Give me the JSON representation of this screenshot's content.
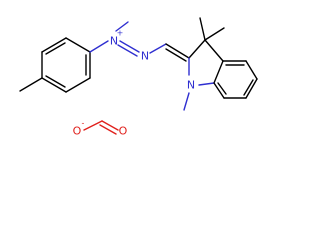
{
  "molecule": {
    "atoms": {
      "n_plus": {
        "symbol": "N",
        "charge": "+"
      },
      "n_azo": {
        "symbol": "N"
      },
      "n_indoline": {
        "symbol": "N"
      },
      "o_carbonyl": {
        "symbol": "O"
      },
      "o_anion": {
        "symbol": "O",
        "charge": "-"
      }
    }
  },
  "colors": {
    "bond": "#000000",
    "nitrogen": "#2f2fd0",
    "oxygen": "#e0201c",
    "background": "#ffffff"
  }
}
